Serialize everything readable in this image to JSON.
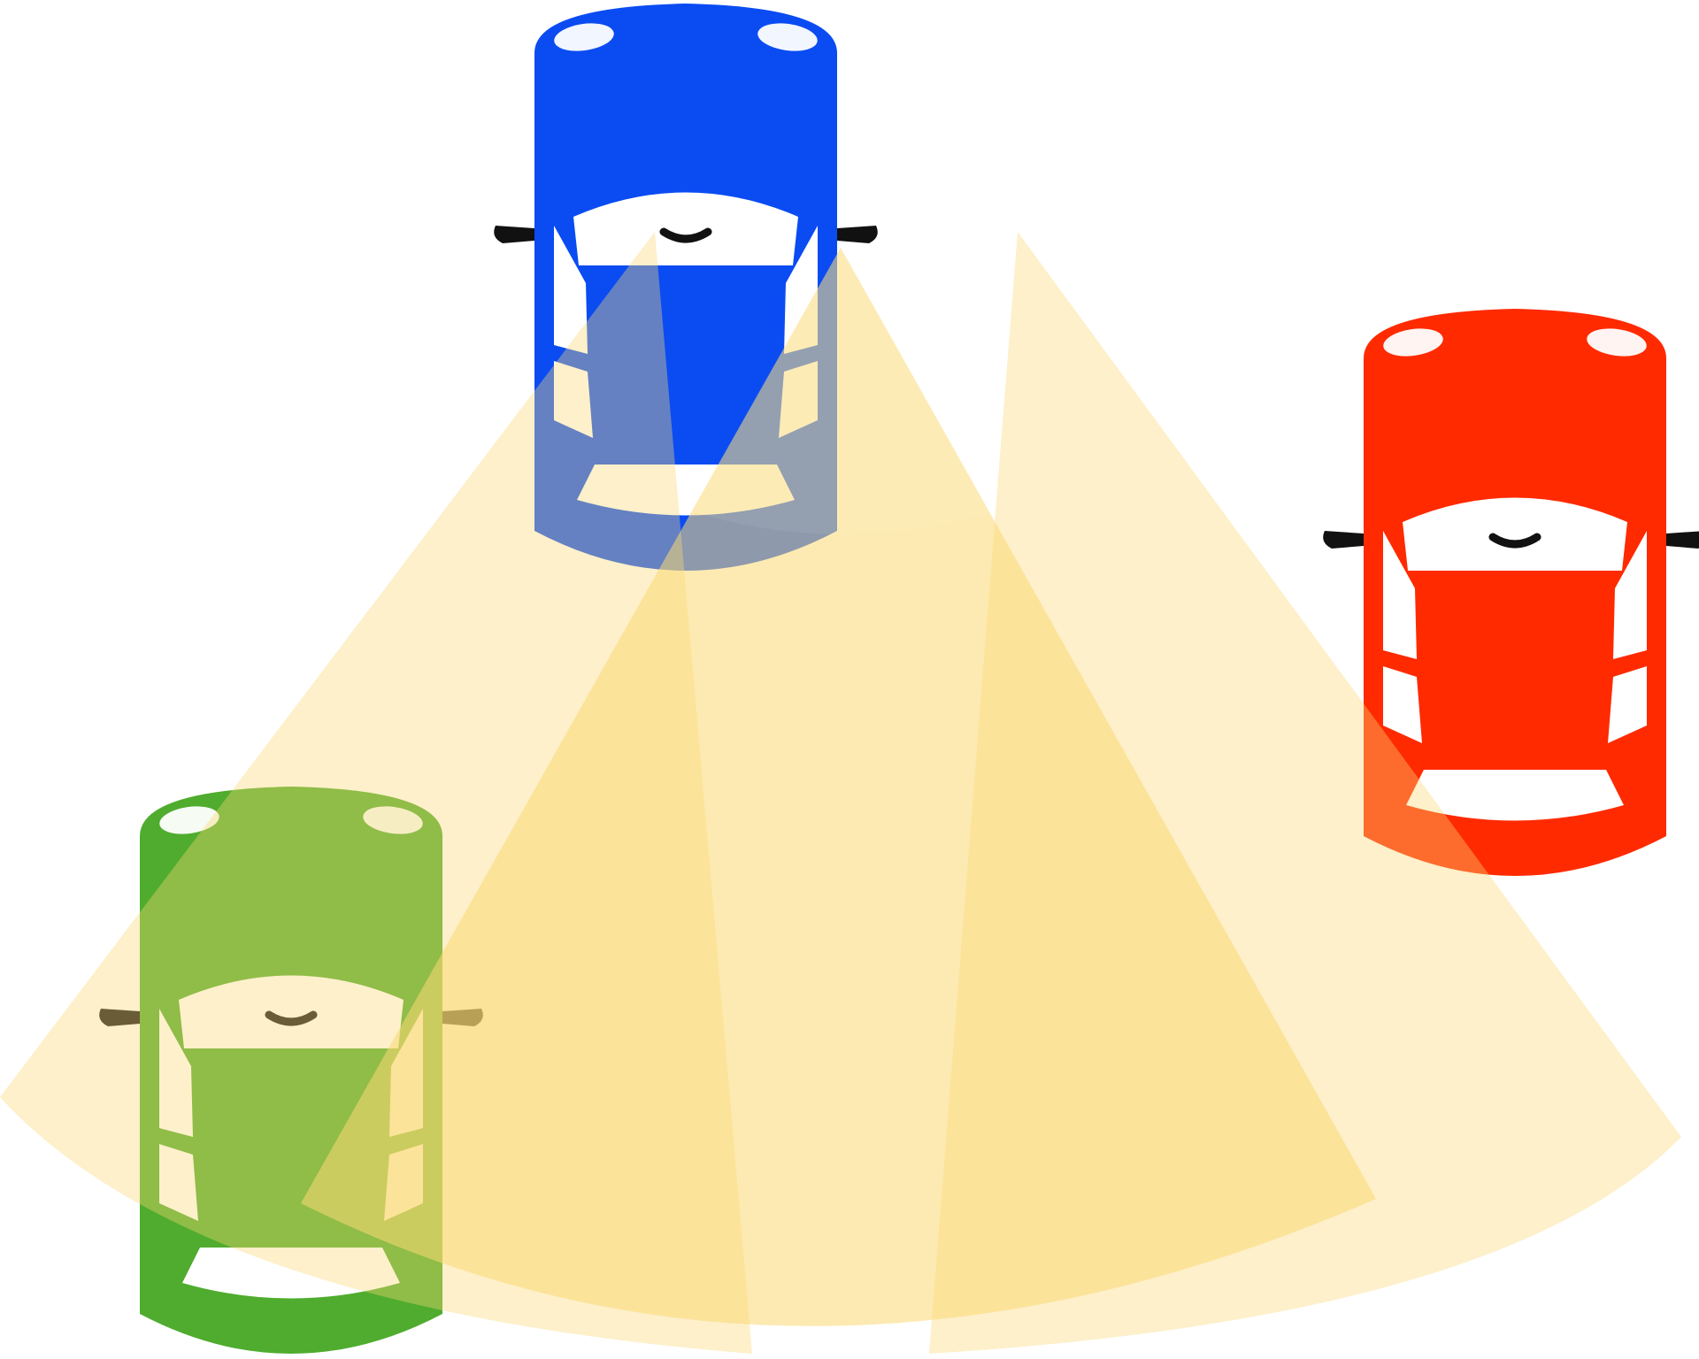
{
  "diagram": {
    "cars": [
      {
        "id": "blue-car",
        "color": "#0a4cf2"
      },
      {
        "id": "red-car",
        "color": "#ff2a00"
      },
      {
        "id": "green-car",
        "color": "#4fac2e"
      }
    ],
    "view_zones": [
      {
        "id": "left-mirror-view",
        "color": "#fbd873",
        "opacity": 0.38
      },
      {
        "id": "right-mirror-view",
        "color": "#fbd873",
        "opacity": 0.38
      },
      {
        "id": "rear-mirror-view",
        "color": "#fbd873",
        "opacity": 0.55
      }
    ],
    "background": "#ffffff"
  }
}
